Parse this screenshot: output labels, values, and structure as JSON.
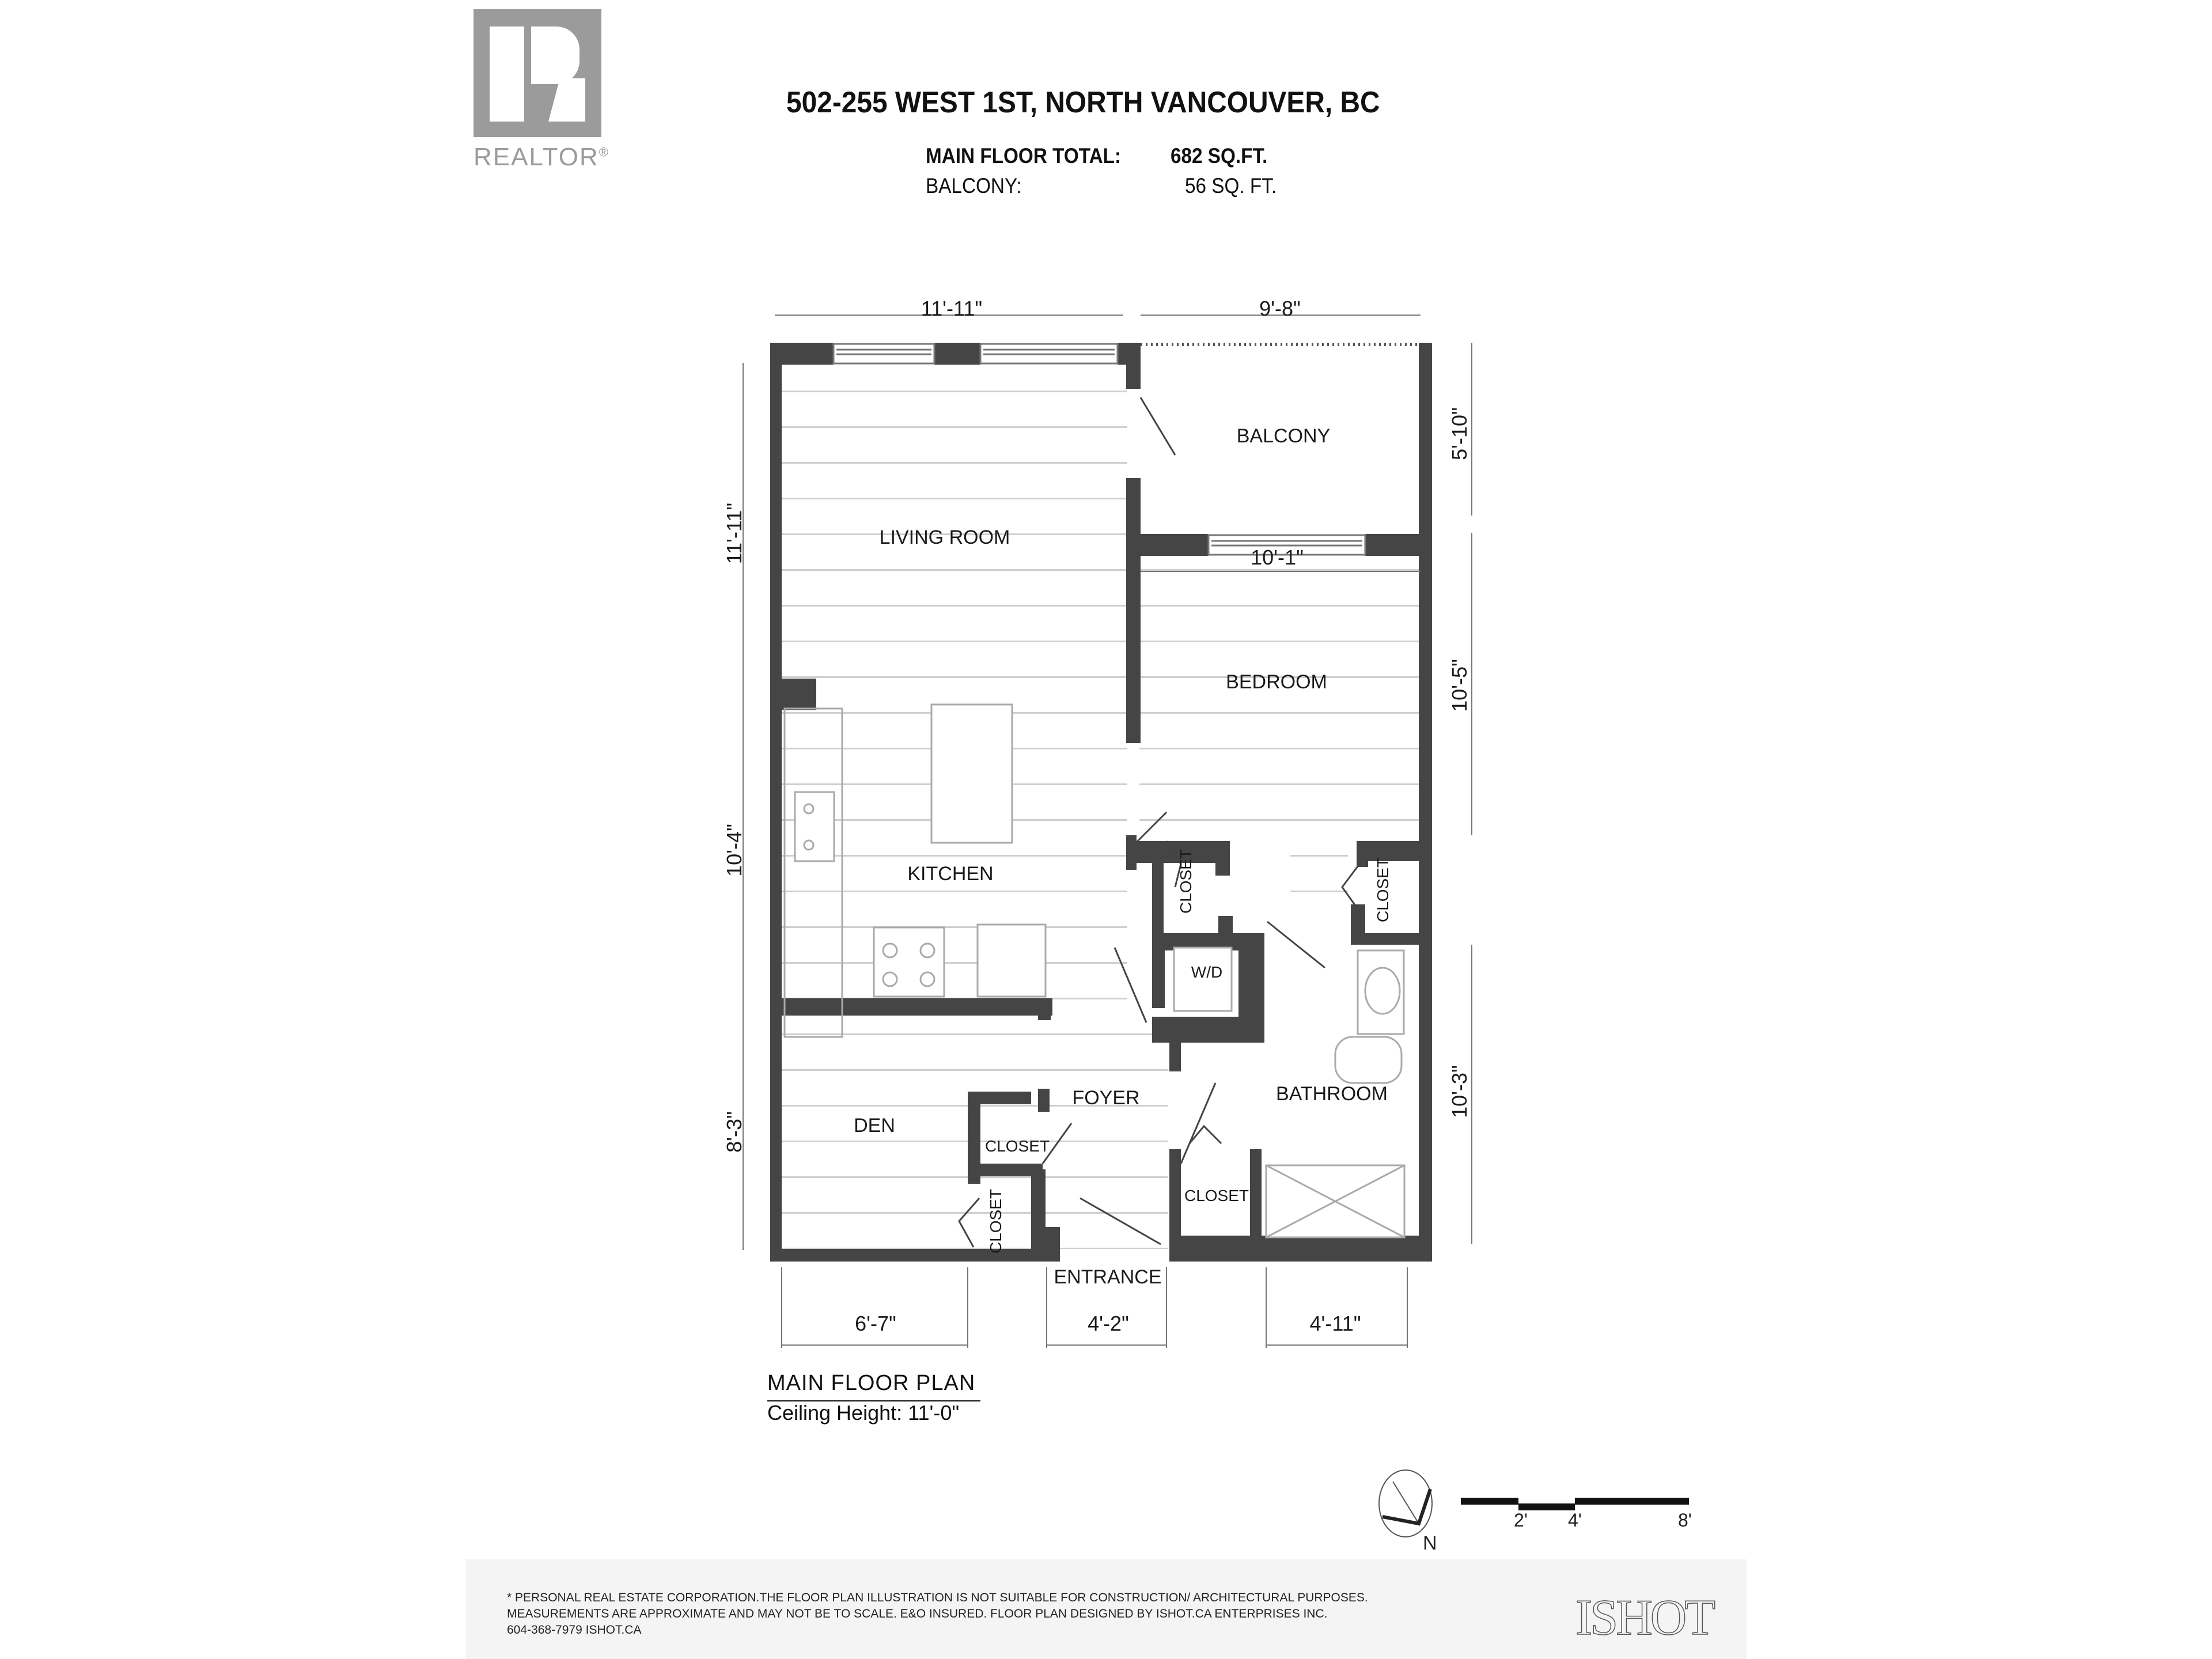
{
  "header": {
    "logo_text": "REALTOR",
    "logo_mark": "®",
    "address": "502-255  WEST 1ST, NORTH VANCOUVER, BC",
    "areas": [
      {
        "label": "MAIN FLOOR TOTAL:",
        "value": "682 SQ.FT."
      },
      {
        "label": "BALCONY:",
        "value": "56 SQ. FT."
      }
    ]
  },
  "rooms": {
    "living_room": "LIVING ROOM",
    "balcony": "BALCONY",
    "bedroom": "BEDROOM",
    "kitchen": "KITCHEN",
    "closet_bed_left": "CLOSET",
    "closet_bed_right": "CLOSET",
    "wd": "W/D",
    "foyer": "FOYER",
    "bathroom": "BATHROOM",
    "den": "DEN",
    "closet_den": "CLOSET",
    "closet_den_small": "CLOSET",
    "closet_foyer": "CLOSET",
    "entrance": "ENTRANCE"
  },
  "dimensions": {
    "top_left": "11'-11\"",
    "top_right": "9'-8\"",
    "left_upper": "11'-11\"",
    "left_middle": "10'-4\"",
    "left_lower": "8'-3\"",
    "right_upper": "5'-10\"",
    "right_middle": "10'-5\"",
    "right_lower": "10'-3\"",
    "bedroom_width": "10'-1\"",
    "bottom_left": "6'-7\"",
    "bottom_middle": "4'-2\"",
    "bottom_right": "4'-11\""
  },
  "plan_info": {
    "title": "MAIN FLOOR PLAN",
    "ceiling": "Ceiling Height: 11'-0\""
  },
  "scale": {
    "north": "N",
    "ticks": [
      "2'",
      "4'",
      "8'"
    ]
  },
  "footer": {
    "line1": "* PERSONAL REAL ESTATE CORPORATION.THE FLOOR PLAN ILLUSTRATION IS NOT SUITABLE FOR CONSTRUCTION/ ARCHITECTURAL PURPOSES.",
    "line2": "MEASUREMENTS ARE APPROXIMATE AND MAY NOT BE TO SCALE. E&O INSURED. FLOOR PLAN DESIGNED BY ISHOT.CA ENTERPRISES INC.",
    "line3": "604-368-7979  ISHOT.CA",
    "brand": "ISHOT"
  },
  "colors": {
    "wall": "#454545",
    "floor_line": "#c8c8c8",
    "logo_gray": "#9b9b9b",
    "footer_bg": "#f4f4f4"
  }
}
